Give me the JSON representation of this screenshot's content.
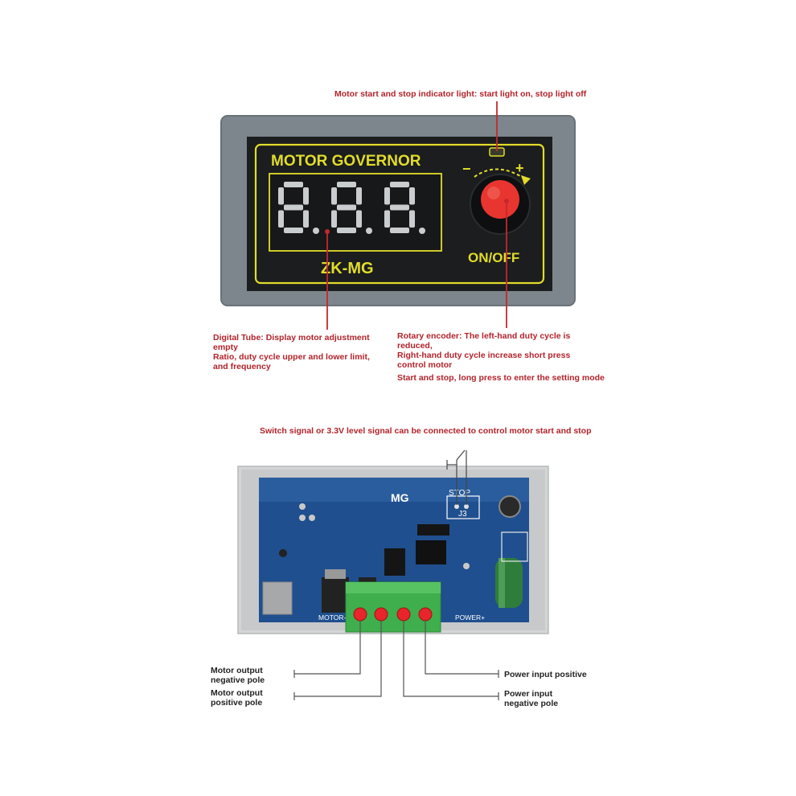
{
  "top_panel": {
    "title": "MOTOR GOVERNOR",
    "model": "ZK-MG",
    "switch_label": "ON/OFF",
    "knob_minus": "−",
    "knob_plus": "+",
    "digits": "888",
    "colors": {
      "case": "#7a8288",
      "bezel": "#1b1d1e",
      "frame_line": "#e2dc2a",
      "knob": "#e8352f",
      "segment": "#c9cdd0"
    }
  },
  "annotations": {
    "indicator": "Motor start and stop indicator light: start light on, stop light off",
    "digital_tube_lines": [
      "Digital Tube: Display motor adjustment",
      "empty",
      "Ratio, duty cycle upper and lower limit,",
      "and frequency"
    ],
    "encoder_lines": [
      "Rotary encoder: The left-hand duty cycle is",
      "reduced,",
      "Right-hand duty cycle increase short press",
      "control motor",
      "Start and stop, long press to enter the setting mode"
    ],
    "switch_signal": "Switch signal or 3.3V level signal can be connected to control motor start and stop"
  },
  "board": {
    "label_mg": "MG",
    "label_stop": "STOP",
    "label_j3": "J3",
    "label_motor": "MOTOR-",
    "label_power": "POWER+",
    "colors": {
      "pcb": "#1f4f8e",
      "terminal": "#3fae4c",
      "screw": "#e8252a",
      "case": "#cfd0d2"
    }
  },
  "terminal_labels": {
    "motor_neg": [
      "Motor output",
      "negative pole"
    ],
    "motor_pos": [
      "Motor output",
      "positive pole"
    ],
    "power_pos": "Power input positive",
    "power_neg": [
      "Power input",
      "negative pole"
    ]
  }
}
